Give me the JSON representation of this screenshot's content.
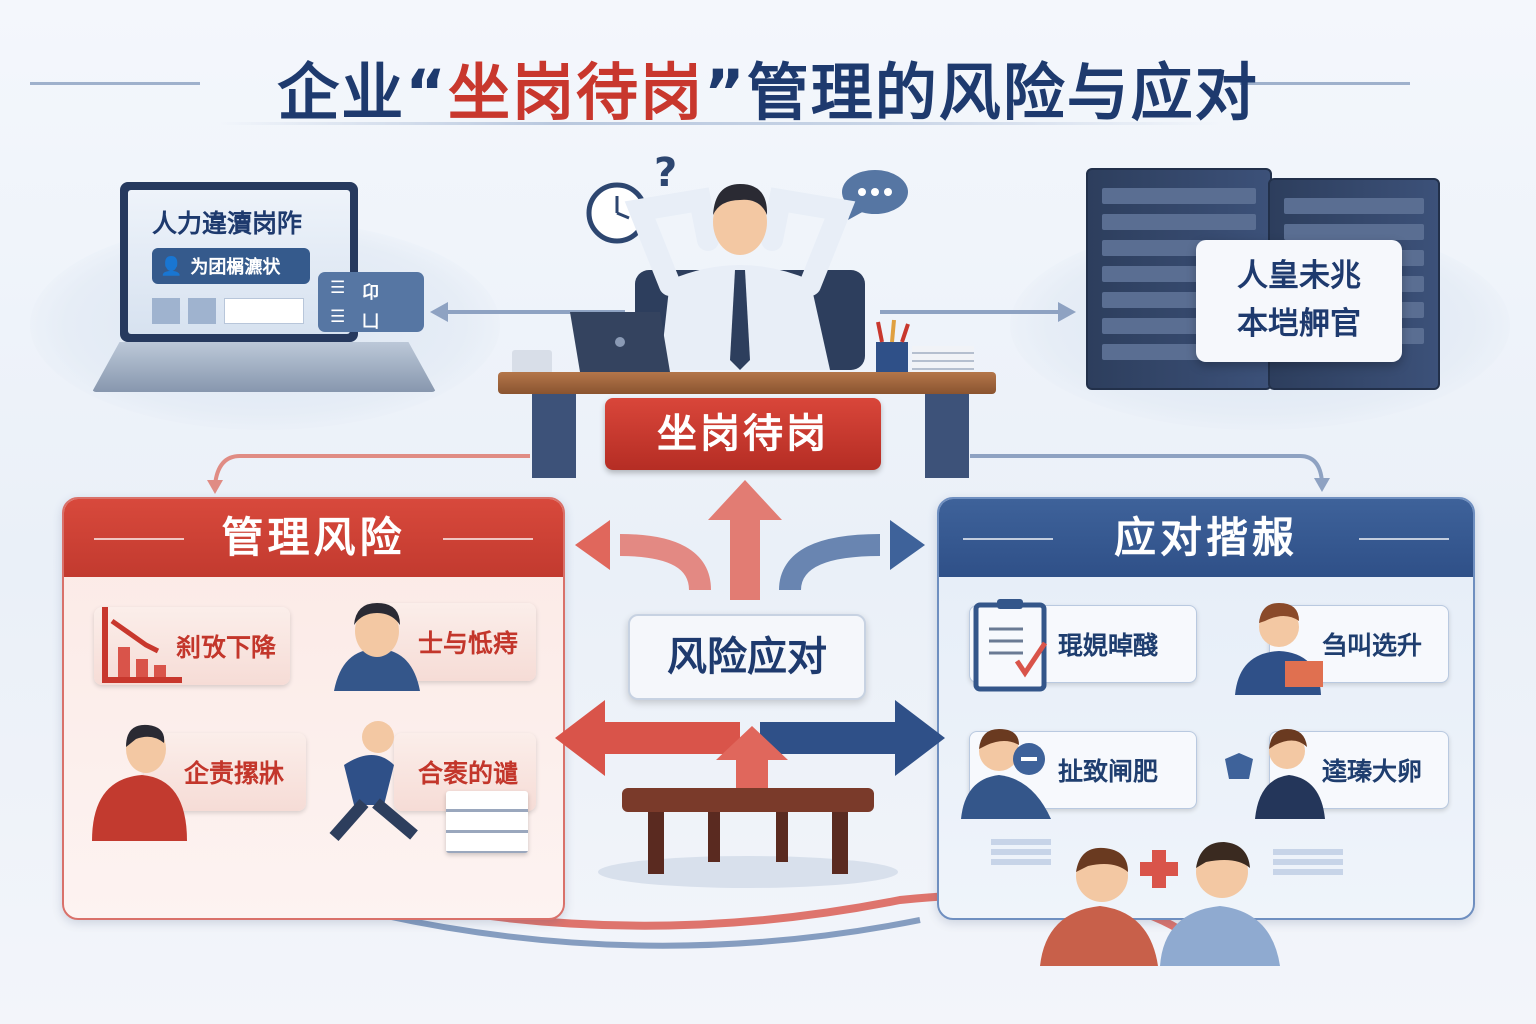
{
  "title": {
    "prefix": "企业“",
    "highlight": "坐岗待岗",
    "suffix": "”管理的风险与应对"
  },
  "laptop": {
    "screen_title": "人力違瀆岗阼",
    "badge": "为团榍瀌状",
    "side_items": [
      "卬",
      "凵"
    ]
  },
  "server": {
    "card_lines": [
      "人皇未兆",
      "本垲舺官"
    ]
  },
  "center": {
    "plate": "坐岗待岗",
    "box": "风险应对"
  },
  "left_panel": {
    "header": "管理风险",
    "items": [
      "刹攷下降",
      "士与怟痔",
      "企责摞牀",
      "合袠的谴"
    ]
  },
  "right_panel": {
    "header": "应对揩赧",
    "items": [
      "琨娊晫醆",
      "刍叫选升",
      "扯致闸肥",
      "逵瑧大卵"
    ]
  },
  "colors": {
    "navy": "#1e3a6e",
    "red": "#c8372d",
    "blue": "#2f5088"
  }
}
